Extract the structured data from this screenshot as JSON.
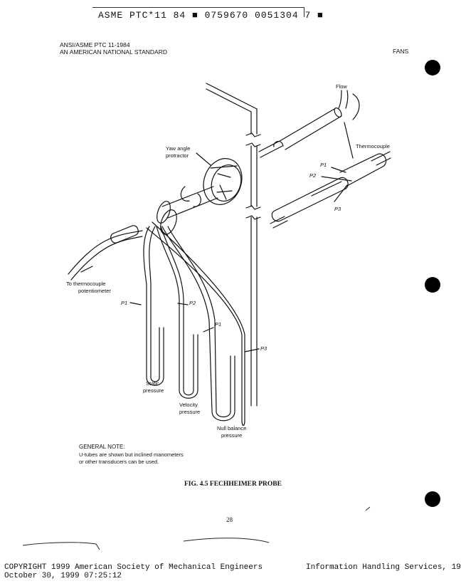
{
  "header": {
    "code": "ASME PTC*11 84 ■ 0759670 0051304 7 ■",
    "standard_line1": "ANSI/ASME PTC 11-1984",
    "standard_line2": "AN AMERICAN NATIONAL STANDARD",
    "section": "FANS"
  },
  "figure": {
    "labels": {
      "flow": "Flow",
      "thermocouple": "Thermocouple",
      "yaw_line1": "Yaw angle",
      "yaw_line2": "protractor",
      "p1_probe": "P1",
      "p2_probe": "P2",
      "p3_probe": "P3",
      "to_thermo_line1": "To thermocouple",
      "to_thermo_line2": "potentiometer",
      "p1_left": "P1",
      "p2_tube": "P2",
      "p1_tube": "P1",
      "p3_tube": "P3",
      "static_line1": "Static",
      "static_line2": "pressure",
      "velocity_line1": "Velocity",
      "velocity_line2": "pressure",
      "null_line1": "Null balance",
      "null_line2": "pressure"
    },
    "general_note_title": "GENERAL NOTE:",
    "general_note_line1": "U-tubes are shown but inclined manometers",
    "general_note_line2": "or other transducers can be used.",
    "caption": "FIG. 4.5    FECHHEIMER PROBE"
  },
  "page_number": "28",
  "footer": {
    "copyright": "COPYRIGHT 1999 American Society of Mechanical Engineers",
    "provider": "Information Handling Services, 19",
    "timestamp": "October 30, 1999   07:25:12"
  }
}
